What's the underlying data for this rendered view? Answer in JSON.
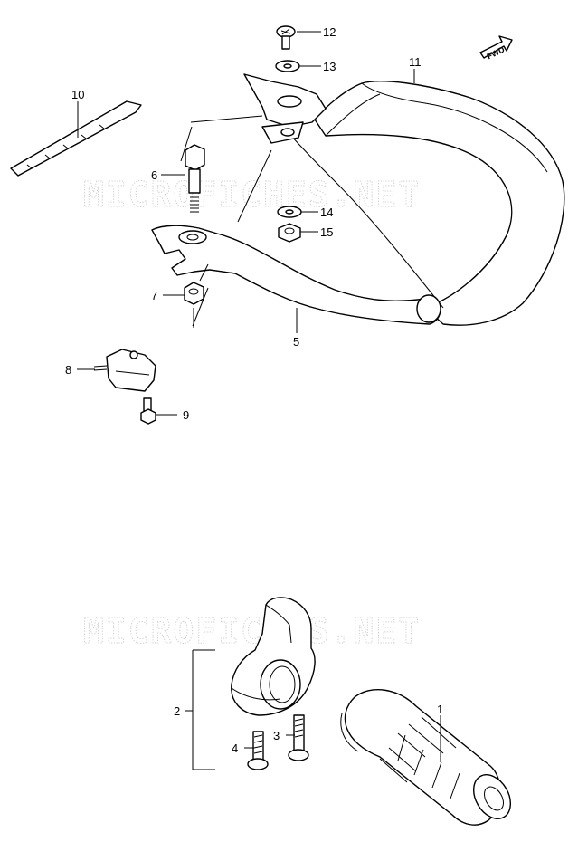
{
  "watermark": {
    "text_top": "MICROFICHES.NET",
    "text_bottom": "MICROFICHES.NET"
  },
  "direction_badge": {
    "label": "FWD"
  },
  "callouts": {
    "c1": "1",
    "c2": "2",
    "c3": "3",
    "c4": "4",
    "c5": "5",
    "c6": "6",
    "c7": "7",
    "c8": "8",
    "c9": "9",
    "c10": "10",
    "c11": "11",
    "c12": "12",
    "c13": "13",
    "c14": "14",
    "c15": "15"
  }
}
